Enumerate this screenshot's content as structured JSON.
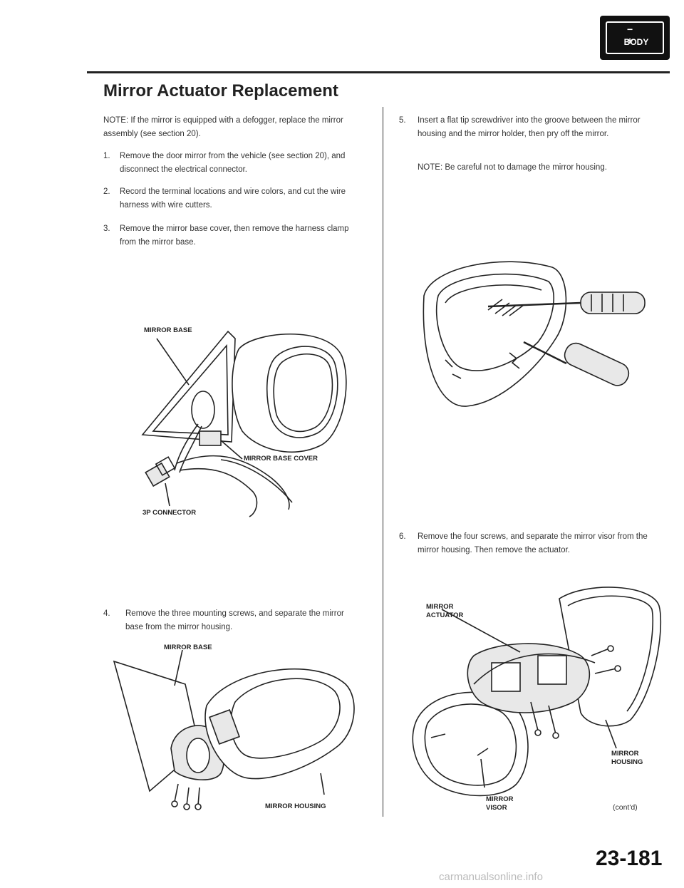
{
  "header": {
    "badge_symbols": "− +",
    "badge_label": "BODY",
    "title": "Mirror Actuator Replacement"
  },
  "left": {
    "note": "NOTE: If the mirror is equipped with a defogger, replace the mirror assembly (see section 20).",
    "steps": [
      {
        "num": "1.",
        "text": "Remove the door mirror from the vehicle (see section 20), and disconnect the electrical connector."
      },
      {
        "num": "2.",
        "text": "Record the terminal locations and wire colors, and cut the wire harness with wire cutters."
      },
      {
        "num": "3.",
        "text": "Remove the mirror base cover, then remove the harness clamp from the mirror base."
      },
      {
        "num": "4.",
        "text": "Remove the three mounting screws, and separate the mirror base from the mirror housing."
      }
    ],
    "fig1_labels": {
      "mirror_base": "MIRROR BASE",
      "base_cover": "MIRROR BASE COVER",
      "connector": "3P CONNECTOR"
    },
    "fig2_labels": {
      "mirror_base": "MIRROR BASE",
      "mirror_housing": "MIRROR HOUSING"
    }
  },
  "right": {
    "steps": [
      {
        "num": "5.",
        "text": "Insert a flat tip screwdriver into the groove between the mirror housing and the mirror holder, then pry off the mirror."
      },
      {
        "num": "6.",
        "text": "Remove the four screws, and separate the mirror visor from the mirror housing. Then remove the actuator."
      }
    ],
    "note5": "NOTE: Be careful not to damage the mirror housing.",
    "fig4_labels": {
      "actuator": "MIRROR ACTUATOR",
      "housing": "MIRROR HOUSING",
      "visor": "MIRROR VISOR"
    },
    "contd": "(cont'd)"
  },
  "footer": {
    "page_number": "23-181",
    "watermark": "carmanualsonline.info"
  }
}
